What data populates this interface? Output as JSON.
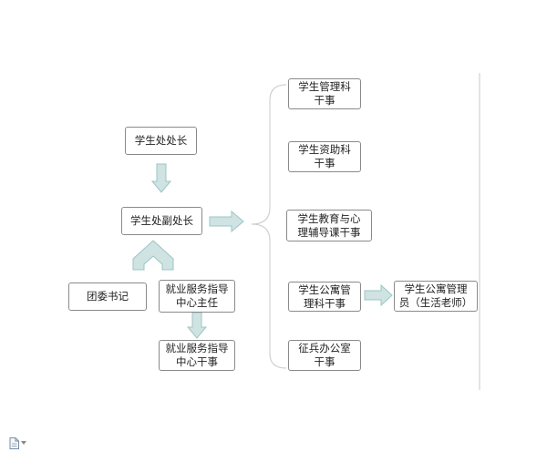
{
  "colors": {
    "arrow_fill": "#cfe3e3",
    "arrow_stroke": "#9cc5c5",
    "border": "#8a8a8a",
    "line": "#c8c8c8"
  },
  "nodes": {
    "director": "学生处处长",
    "deputy_director": "学生处副处长",
    "youth_league_secretary": "团委书记",
    "employment_center_director": [
      "就业服务指导",
      "中心主任"
    ],
    "employment_center_officer": [
      "就业服务指导",
      "中心干事"
    ],
    "student_management_officer": [
      "学生管理科",
      "干事"
    ],
    "student_aid_officer": [
      "学生资助科",
      "干事"
    ],
    "education_counseling_officer": [
      "学生教育与心",
      "理辅导课干事"
    ],
    "dormitory_management_officer": [
      "学生公寓管",
      "理科干事"
    ],
    "dormitory_manager": [
      "学生公寓管理",
      "员（生活老师）"
    ],
    "conscription_office_officer": [
      "征兵办公室",
      "干事"
    ]
  },
  "icons": {
    "document": "document-icon",
    "dropdown": "dropdown-caret-icon"
  }
}
